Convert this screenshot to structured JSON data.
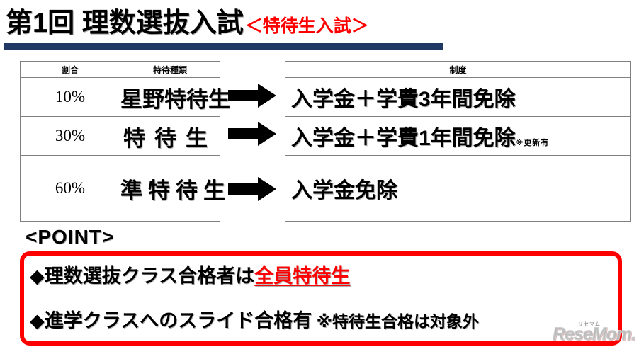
{
  "title": {
    "main": "第1回 理数選抜入試",
    "sub": "＜特待生入試＞",
    "bar_color": "#1F3864",
    "sub_color": "#FF0000"
  },
  "left_table": {
    "headers": [
      "割合",
      "特待種類"
    ],
    "rows": [
      {
        "percent": "10%",
        "kind": "星野特待生"
      },
      {
        "percent": "30%",
        "kind": "特待生"
      },
      {
        "percent": "60%",
        "kind": "準特待生"
      }
    ]
  },
  "arrow_icon": "right-arrow",
  "right_table": {
    "header": "制度",
    "rows": [
      {
        "system": "入学金＋学費3年間免除",
        "note": ""
      },
      {
        "system": "入学金＋学費1年間免除",
        "note": "※更新有"
      },
      {
        "system": "入学金免除",
        "note": ""
      }
    ]
  },
  "point": {
    "label": "<POINT>",
    "border_color": "#FF0000",
    "lines": [
      {
        "bullet": "◆",
        "text_before": "理数選抜クラス合格者は",
        "highlight": "全員特待生",
        "highlight_color": "#FF0000",
        "text_after": ""
      },
      {
        "bullet": "◆",
        "text_before": "進学クラスへのスライド合格有",
        "highlight": "",
        "highlight_color": "",
        "text_after": " ※特待生合格は対象外"
      }
    ]
  },
  "watermark": {
    "kana": "リセマム",
    "text": "ReseMom."
  }
}
